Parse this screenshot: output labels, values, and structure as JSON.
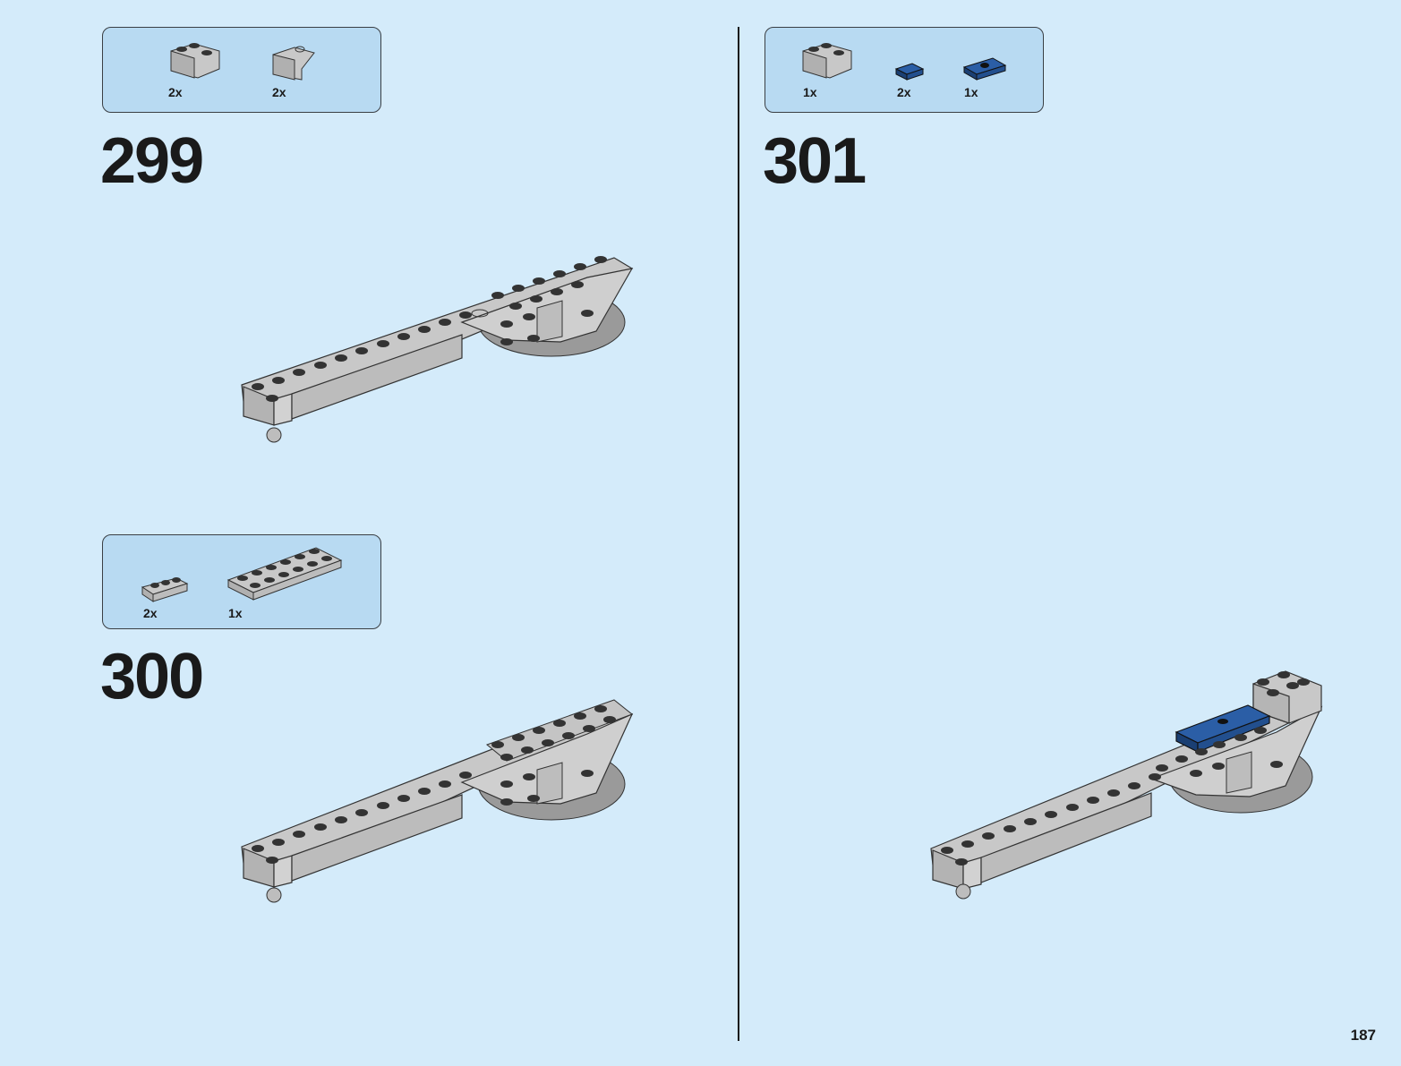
{
  "page_number": "187",
  "colors": {
    "background": "#d4ebfa",
    "parts_box": "#b8daf2",
    "grey_brick": "#c8c8c8",
    "dark_grey": "#8e8e8e",
    "blue_tile": "#1f4e8c"
  },
  "steps": [
    {
      "number": "299",
      "parts": [
        {
          "icon": "corner-brick-icon",
          "qty": "2x"
        },
        {
          "icon": "slope-brick-icon",
          "qty": "2x"
        }
      ]
    },
    {
      "number": "300",
      "parts": [
        {
          "icon": "plate-1x3-icon",
          "qty": "2x"
        },
        {
          "icon": "plate-2x6-icon",
          "qty": "1x"
        }
      ]
    },
    {
      "number": "301",
      "parts": [
        {
          "icon": "corner-brick-icon",
          "qty": "1x"
        },
        {
          "icon": "blue-tile-icon",
          "qty": "2x"
        },
        {
          "icon": "blue-jumper-plate-icon",
          "qty": "1x"
        }
      ]
    }
  ]
}
